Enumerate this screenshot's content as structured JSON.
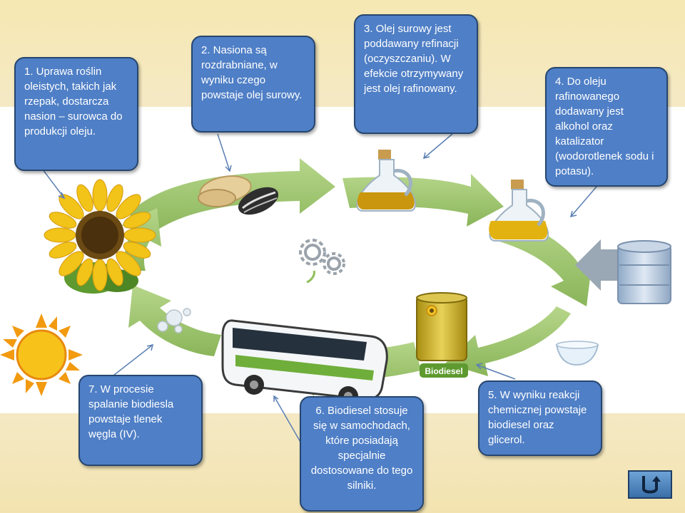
{
  "steps": [
    {
      "id": 1,
      "text": "1. Uprawa roślin oleistych, takich jak rzepak, dostarcza nasion – surowca do produkcji oleju."
    },
    {
      "id": 2,
      "text": "2. Nasiona są rozdrabniane, w wyniku czego powstaje olej surowy."
    },
    {
      "id": 3,
      "text": "3. Olej surowy jest poddawany refinacji (oczyszczaniu).  W efekcie otrzymywany jest olej rafinowany."
    },
    {
      "id": 4,
      "text": "4. Do oleju rafinowanego dodawany jest alkohol oraz katalizator (wodorotlenek sodu i potasu)."
    },
    {
      "id": 5,
      "text": "5. W wyniku reakcji chemicznej powstaje biodiesel oraz glicerol."
    },
    {
      "id": 6,
      "text": "6. Biodiesel stosuje się w samochodach, które posiadają specjalnie dostosowane do tego silniki."
    },
    {
      "id": 7,
      "text": "7. W procesie spalanie biodiesla powstaje tlenek węgla (IV)."
    }
  ],
  "barrel_label": "Biodiesel",
  "nav": {
    "icon": "return-arrow-icon"
  },
  "colors": {
    "callout_fill": "#4f7fc6",
    "callout_border": "#26466f",
    "cycle_arrow": "#9cc26a",
    "oil": "#d9a800"
  }
}
